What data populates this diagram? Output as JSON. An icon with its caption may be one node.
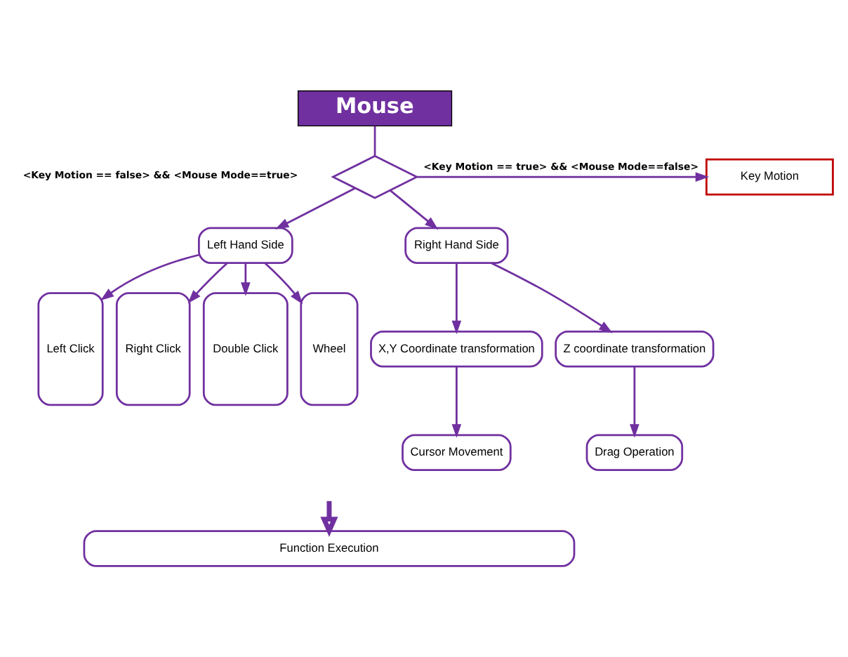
{
  "diagram": {
    "nodes": [
      {
        "text": [
          "Mouse"
        ]
      },
      {
        "text": [],
        "shape": "diamond"
      },
      {
        "text": [
          "Key Motion"
        ]
      },
      {
        "text": [
          "Left Hand Side"
        ]
      },
      {
        "text": [
          "Right Hand Side"
        ]
      },
      {
        "text": [
          "Left Click"
        ]
      },
      {
        "text": [
          "Right Click"
        ]
      },
      {
        "text": [
          "Double Click"
        ]
      },
      {
        "text": [
          "Wheel"
        ]
      },
      {
        "text": [
          "X,Y Coordinate transformation"
        ]
      },
      {
        "text": [
          "Z coordinate transformation"
        ]
      },
      {
        "text": [
          "Cursor Movement"
        ]
      },
      {
        "text": [
          "Drag Operation"
        ]
      },
      {
        "text": [
          "Function Execution"
        ]
      }
    ],
    "edges": [
      {
        "from": 0,
        "to": 1,
        "arrow": "none"
      },
      {
        "from": 1,
        "to": 2,
        "arrow": "to",
        "label": "<Key Motion == true> && <Mouse Mode==false>"
      },
      {
        "from": 1,
        "to": 3,
        "arrow": "to"
      },
      {
        "from": 1,
        "to": 4,
        "arrow": "to"
      },
      {
        "from": 3,
        "to": 5,
        "arrow": "to"
      },
      {
        "from": 3,
        "to": 6,
        "arrow": "to"
      },
      {
        "from": 3,
        "to": 7,
        "arrow": "to"
      },
      {
        "from": 3,
        "to": 8,
        "arrow": "to"
      },
      {
        "from": 4,
        "to": 9,
        "arrow": "to"
      },
      {
        "from": 4,
        "to": 10,
        "arrow": "to"
      },
      {
        "from": 9,
        "to": 11,
        "arrow": "to"
      },
      {
        "from": 10,
        "to": 12,
        "arrow": "to"
      },
      {
        "from": null,
        "to": 13,
        "arrow": "to",
        "style": "thick"
      }
    ],
    "labels": [
      "<Key Motion == false> && <Mouse Mode==true>"
    ]
  }
}
